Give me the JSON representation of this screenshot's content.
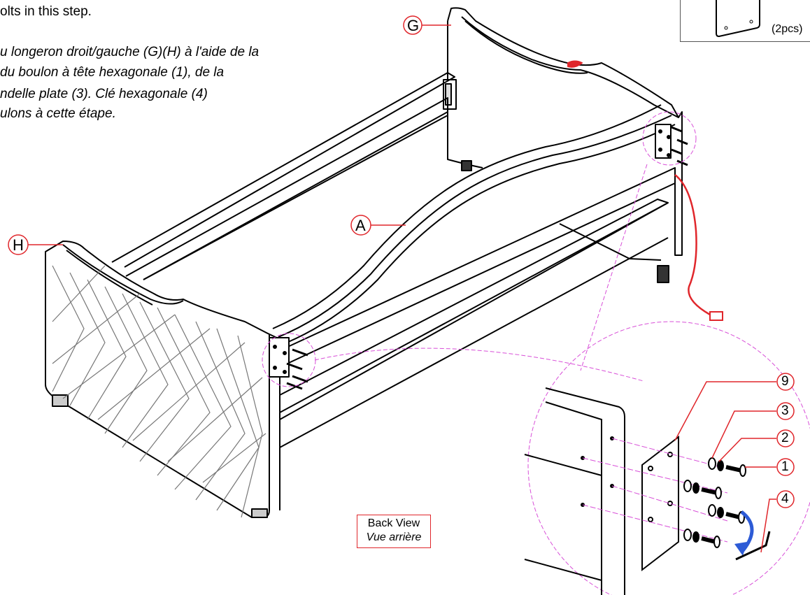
{
  "instructions": {
    "en_line1": "olts in this step.",
    "fr_line1": "u longeron droit/gauche (G)(H) à l'aide de la",
    "fr_line2": " du boulon à tête hexagonale (1), de la",
    "fr_line3": "ndelle plate (3). Clé hexagonale (4)",
    "fr_line4": "ulons à cette étape."
  },
  "parts_box": {
    "quantity": "(2pcs)"
  },
  "labels": {
    "G": "G",
    "H": "H",
    "A": "A",
    "n9": "9",
    "n3": "3",
    "n2": "2",
    "n1": "1",
    "n4": "4"
  },
  "view_note": {
    "en": "Back View",
    "fr": "Vue arrière"
  },
  "colors": {
    "callout_red": "#e0262b",
    "guide_magenta": "#d84fd8",
    "arrow_blue": "#2d5bd6",
    "line": "#000000"
  }
}
